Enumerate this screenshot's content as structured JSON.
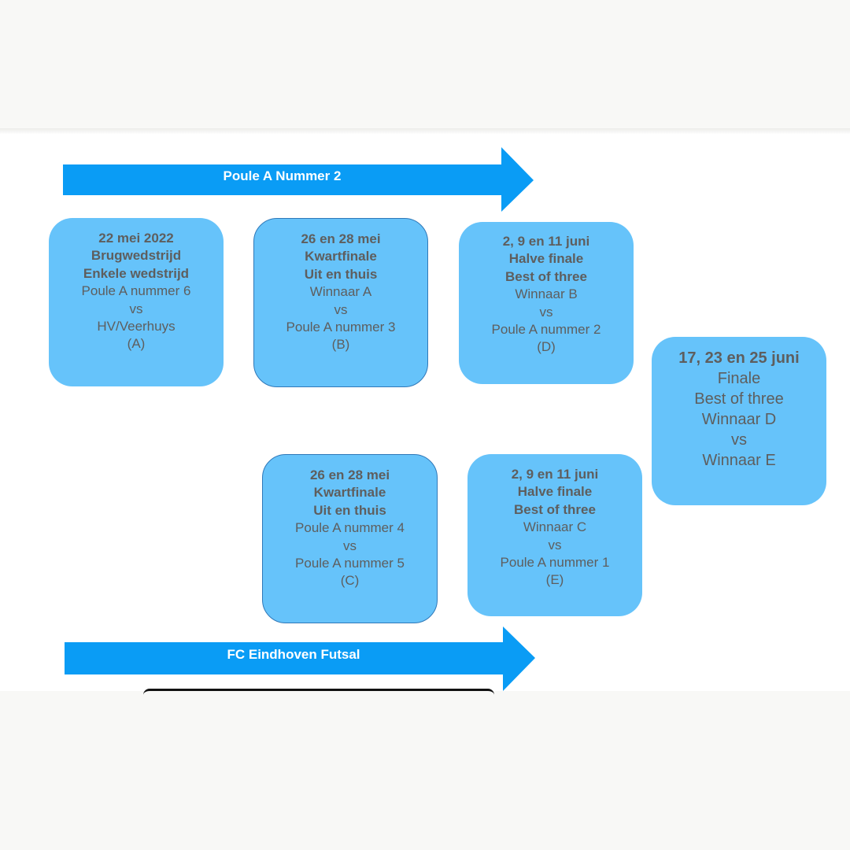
{
  "arrows": {
    "top": {
      "label": "Poule A Nummer 2",
      "color": "#0a9cf5"
    },
    "bottom": {
      "label": "FC Eindhoven Futsal",
      "color": "#0a9cf5"
    }
  },
  "boxes": {
    "a": {
      "date": "22 mei 2022",
      "round": "Brugwedstrijd",
      "format": "Enkele wedstrijd",
      "team1": "Poule A nummer 6",
      "vs": "vs",
      "team2": "HV/Veerhuys",
      "code": "(A)"
    },
    "b": {
      "date": "26 en 28 mei",
      "round": "Kwartfinale",
      "format": "Uit en thuis",
      "team1": "Winnaar A",
      "vs": "vs",
      "team2": "Poule A nummer 3",
      "code": "(B)"
    },
    "d": {
      "date": "2, 9 en 11 juni",
      "round": "Halve finale",
      "format": "Best of three",
      "team1": "Winnaar B",
      "vs": "vs",
      "team2": "Poule A nummer 2",
      "code": "(D)"
    },
    "c": {
      "date": "26 en 28 mei",
      "round": "Kwartfinale",
      "format": "Uit en thuis",
      "team1": "Poule A nummer 4",
      "vs": "vs",
      "team2": "Poule A nummer 5",
      "code": "(C)"
    },
    "e": {
      "date": "2, 9 en 11 juni",
      "round": "Halve finale",
      "format": "Best of three",
      "team1": "Winnaar C",
      "vs": "vs",
      "team2": "Poule A nummer 1",
      "code": "(E)"
    },
    "final": {
      "date": "17, 23 en 25 juni",
      "round": "Finale",
      "format": "Best of three",
      "team1": "Winnaar D",
      "vs": "vs",
      "team2": "Winnaar E"
    }
  },
  "colors": {
    "box_fill": "#66c3fa",
    "box_text": "#5e5e5e",
    "arrow_fill": "#0a9cf5"
  }
}
